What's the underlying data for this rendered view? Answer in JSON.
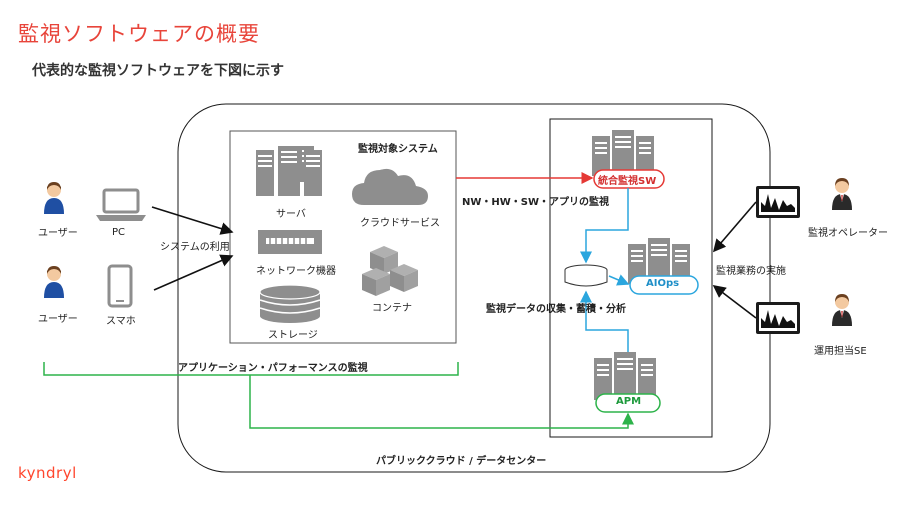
{
  "header": {
    "title": "監視ソフトウェアの概要",
    "subtitle": "代表的な監視ソフトウェアを下図に示す"
  },
  "left_users": {
    "user1_label": "ユーザー",
    "pc_label": "PC",
    "user2_label": "ユーザー",
    "phone_label": "スマホ",
    "access_label": "システムの利用"
  },
  "monitored": {
    "title": "監視対象システム",
    "server_label": "サーバ",
    "cloud_label": "クラウドサービス",
    "network_label": "ネットワーク機器",
    "container_label": "コンテナ",
    "storage_label": "ストレージ"
  },
  "monitoring": {
    "integrated_label": "統合監視SW",
    "nw_monitor_label": "NW・HW・SW・アプリの監視",
    "aiops_label": "AIOps",
    "collect_label": "監視データの収集・蓄積・分析",
    "apm_label": "APM",
    "apm_monitor_label": "アプリケーション・パフォーマンスの監視"
  },
  "right_users": {
    "operations_label": "監視業務の実施",
    "operator_label": "監視オペレーター",
    "se_label": "運用担当SE"
  },
  "footer": {
    "cloud_dc_label": "パブリッククラウド / データセンター",
    "brand": "kyndryl"
  },
  "colors": {
    "title": "#e8443a",
    "red_arrow": "#e53935",
    "green_line": "#2db34a",
    "blue_line": "#2ba6de",
    "icon_gray": "#8e8e8e",
    "person_blue": "#1f4fa3",
    "brand": "#ff462d"
  }
}
